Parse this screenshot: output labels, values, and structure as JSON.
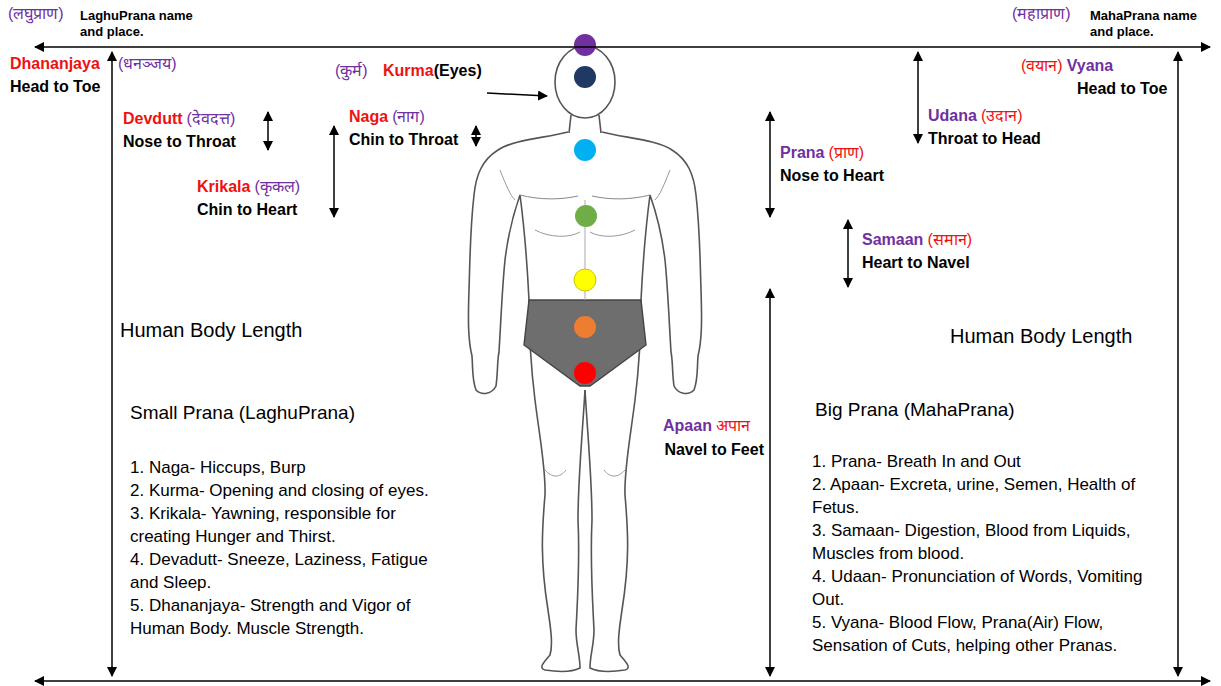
{
  "diagram": {
    "labels": [
      "(लघुप्राण)",
      "LaghuPrana name and place.",
      "(महाप्राण)",
      "MahaPrana name and place.",
      "Dhananjaya",
      "(धनञ्जय)",
      "Head to Toe",
      "(कुर्म)",
      "Kurma",
      "(Eyes)",
      "Devdutt",
      "(देवदत्त)",
      "Nose to Throat",
      "Naga",
      "(नाग)",
      "Chin to Throat",
      "Krikala",
      "(कृकल)",
      "Chin to Heart",
      "(वयान)",
      "Vyana",
      "Head to Toe",
      "Udana",
      "(उदान)",
      "Throat to Head",
      "Prana",
      "(प्राण)",
      "Nose to Heart",
      "Samaan",
      "(समान)",
      "Heart to Navel",
      "Apaan",
      "अपान",
      "Navel to Feet",
      "Human Body Length",
      "Human Body Length",
      "Small Prana (LaghuPrana)",
      "1. Naga- Hiccups, Burp",
      "2. Kurma- Opening and closing of eyes.",
      "3. Krikala- Yawning, responsible for creating Hunger and Thirst.",
      "4. Devadutt- Sneeze, Laziness, Fatigue and Sleep.",
      "5. Dhananjaya- Strength and Vigor of Human Body. Muscle Strength.",
      "Big Prana (MahaPrana)",
      "1. Prana- Breath In and Out",
      "2. Apaan- Excreta, urine, Semen, Health of Fetus.",
      "3. Samaan- Digestion, Blood from Liquids, Muscles from blood.",
      "4. Udaan- Pronunciation of Words, Vomiting Out.",
      "5. Vyana- Blood Flow, Prana(Air) Flow, Sensation of Cuts, helping other Pranas."
    ]
  }
}
